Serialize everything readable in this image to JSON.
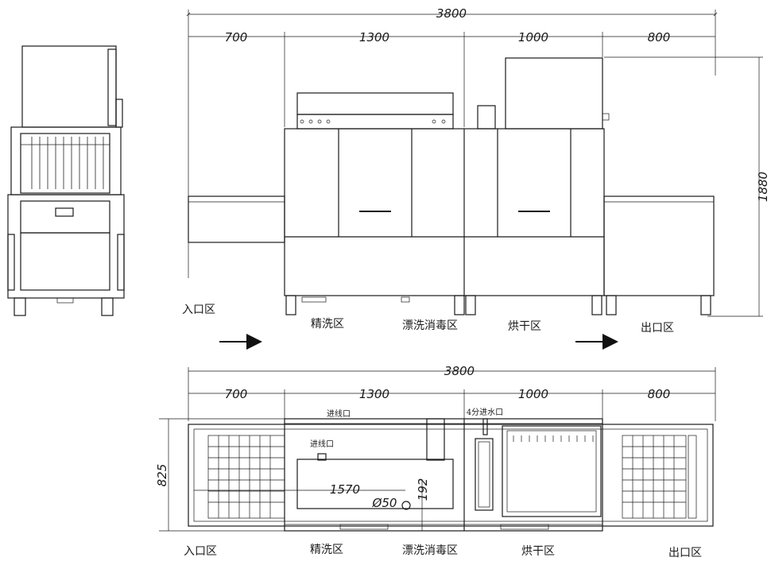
{
  "dimensions": {
    "front": {
      "total": "3800",
      "entry": "700",
      "wash": "1300",
      "dry": "1000",
      "exit": "800",
      "height": "1880"
    },
    "plan": {
      "total": "3800",
      "entry": "700",
      "wash": "1300",
      "dry": "1000",
      "exit": "800",
      "depth": "825",
      "drain_offset": "1570",
      "drain_height": "192",
      "drain_diameter": "Ø50"
    }
  },
  "zones_front": {
    "entry": "入口区",
    "wash": "精洗区",
    "rinse": "漂洗消毒区",
    "dry": "烘干区",
    "exit": "出口区"
  },
  "zones_plan": {
    "entry": "入口区",
    "wash": "精洗区",
    "rinse": "漂洗消毒区",
    "dry": "烘干区",
    "exit": "出口区"
  },
  "notes": {
    "cable_inlet_top": "进线口",
    "cable_inlet_inner": "进线口",
    "water_inlet": "4分进水口"
  },
  "icons": {
    "flow_arrow_left": "arrow-right-icon",
    "flow_arrow_right": "arrow-right-icon"
  }
}
